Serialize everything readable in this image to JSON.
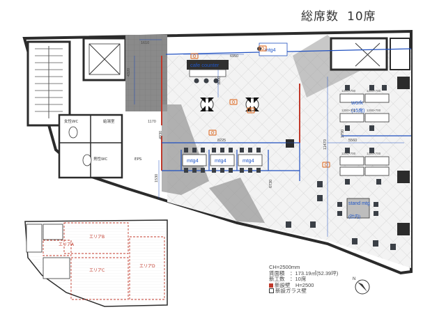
{
  "heading": {
    "label": "総席数",
    "count": "10席"
  },
  "colors": {
    "wall": "#2b2b2b",
    "floor_dark": "#8c8c8c",
    "floor_tile": "#f3f3f3",
    "tile_line": "#cfcfcf",
    "new_glass": "#1f4fbf",
    "new_wall": "#c0392b",
    "label_blue": "#1f56c8",
    "camera": "#e07a3a",
    "chair": "#3a3f46",
    "desk": "#ffffff"
  },
  "rooms": {
    "cafe_counter": "cafe counter",
    "mtg_top": "mtg4",
    "mtg_rooms": [
      "mtg4",
      "mtg4",
      "mtg4"
    ],
    "work": "work",
    "work_seats": "(15席)",
    "stand_mtg": "stand\nmtg",
    "stand_sub": "(社内)",
    "wc_women": "女性WC",
    "wc_men": "男性WC",
    "supply": "給湯室",
    "eps": "EPS"
  },
  "dimensions": {
    "d1": "1610",
    "d2": "6950",
    "d3": "4320",
    "d4": "1170",
    "d5": "8225",
    "d6": "5560",
    "d7": "11470",
    "d8": "1790",
    "d9": "6730",
    "d10": "1530",
    "d11": "4930",
    "d12": "3000"
  },
  "desk_tags": [
    "1200×700",
    "1200×700",
    "1200×700",
    "1200×700",
    "1200×700",
    "1200×700"
  ],
  "key_plan": {
    "areas": [
      "エリアB",
      "エリアA",
      "エリアC",
      "エリアD"
    ]
  },
  "legend": {
    "ceiling": "CH=2500mm",
    "area": "賃面積　：173.19㎡(52.39坪)",
    "seats": "新工数　：10席",
    "new_wall": "新設壁　H=2500",
    "new_glass": "新設ガラス壁"
  }
}
